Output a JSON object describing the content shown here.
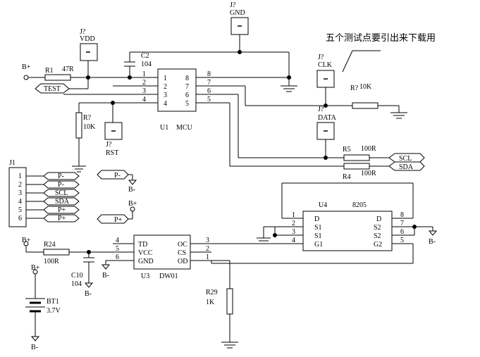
{
  "note": {
    "text": "五个测试点要引出来下载用"
  },
  "power": {
    "bplus": "B+",
    "bminus": "B-"
  },
  "mcu": {
    "ref": "U1",
    "name": "MCU",
    "pins_left": [
      "1",
      "2",
      "3",
      "4"
    ],
    "pins_right": [
      "8",
      "7",
      "6",
      "5"
    ],
    "net_left": [
      "1",
      "2",
      "3",
      "4"
    ],
    "net_right": [
      "8",
      "7",
      "6",
      "5"
    ]
  },
  "c2": {
    "ref": "C2",
    "value": "104"
  },
  "r1": {
    "ref": "R1",
    "value": "47R"
  },
  "test_tag": "TEST",
  "r_pull_left": {
    "ref": "R?",
    "value": "10K"
  },
  "r_pull_right": {
    "ref": "R?",
    "value": "10K"
  },
  "testpoints": {
    "vdd": {
      "ref": "J?",
      "label": "VDD"
    },
    "gnd": {
      "ref": "J?",
      "label": "GND"
    },
    "clk": {
      "ref": "J?",
      "label": "CLK"
    },
    "data": {
      "ref": "J?",
      "label": "DATA"
    },
    "rst": {
      "ref": "J?",
      "label": "RST"
    }
  },
  "r5": {
    "ref": "R5",
    "value": "100R"
  },
  "r4": {
    "ref": "R4",
    "value": "100R"
  },
  "tags": {
    "scl": "SCL",
    "sda": "SDA",
    "pminus": "P-",
    "pplus": "P+"
  },
  "j1": {
    "ref": "J1",
    "pins": [
      "1",
      "2",
      "3",
      "4",
      "5",
      "6"
    ],
    "nets": [
      "P-",
      "P-",
      "SCL",
      "SDA",
      "P+",
      "P+"
    ]
  },
  "u4": {
    "ref": "U4",
    "name": "8205",
    "left_pins": [
      "1",
      "2",
      "3",
      "4"
    ],
    "left_names": [
      "D",
      "S1",
      "S1",
      "G1"
    ],
    "right_pins": [
      "8",
      "7",
      "6",
      "5"
    ],
    "right_names": [
      "D",
      "S2",
      "S2",
      "G2"
    ]
  },
  "u3": {
    "ref": "U3",
    "name": "DW01",
    "left_pins": [
      "4",
      "5",
      "6"
    ],
    "left_names": [
      "TD",
      "VCC",
      "GND"
    ],
    "right_pins": [
      "3",
      "2",
      "1"
    ],
    "right_names": [
      "OC",
      "CS",
      "OD"
    ]
  },
  "r24": {
    "ref": "R24",
    "value": "100R"
  },
  "c10": {
    "ref": "C10",
    "value": "104"
  },
  "r29": {
    "ref": "R29",
    "value": "1K"
  },
  "bt1": {
    "ref": "BT1",
    "value": "3.7V"
  }
}
